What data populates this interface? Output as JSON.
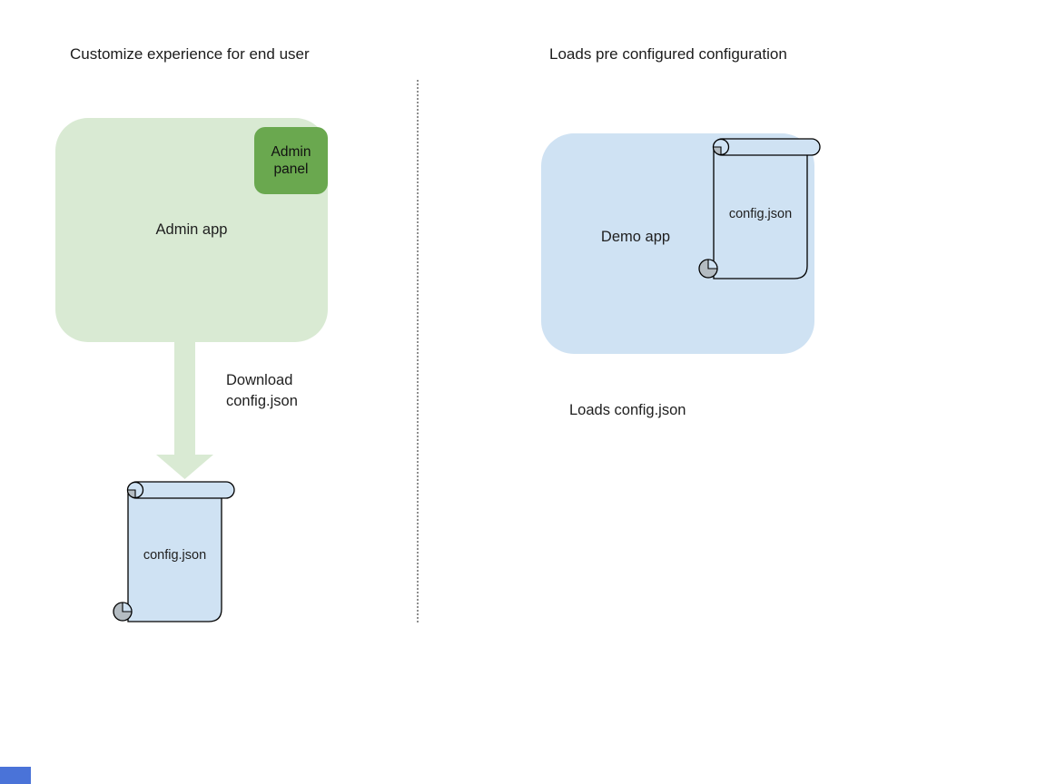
{
  "left": {
    "title": "Customize experience for end user",
    "admin_app_label": "Admin app",
    "admin_panel_label": "Admin panel",
    "arrow_label": "Download\nconfig.json",
    "config_file_label": "config.json"
  },
  "right": {
    "title": "Loads pre configured configuration",
    "demo_app_label": "Demo app",
    "config_file_label": "config.json",
    "caption": "Loads config.json"
  },
  "colors": {
    "app_box_green": "#d9ead3",
    "admin_panel_green": "#6aa84f",
    "light_blue": "#cfe2f3",
    "scroll_curl_gray": "#b4bcc2",
    "outline_black": "#000000",
    "divider_gray": "#8f8f8f",
    "artifact_blue": "#4a73d8"
  },
  "icons": {
    "down_arrow": "download-arrow",
    "scroll_shapes": "scroll-document"
  }
}
